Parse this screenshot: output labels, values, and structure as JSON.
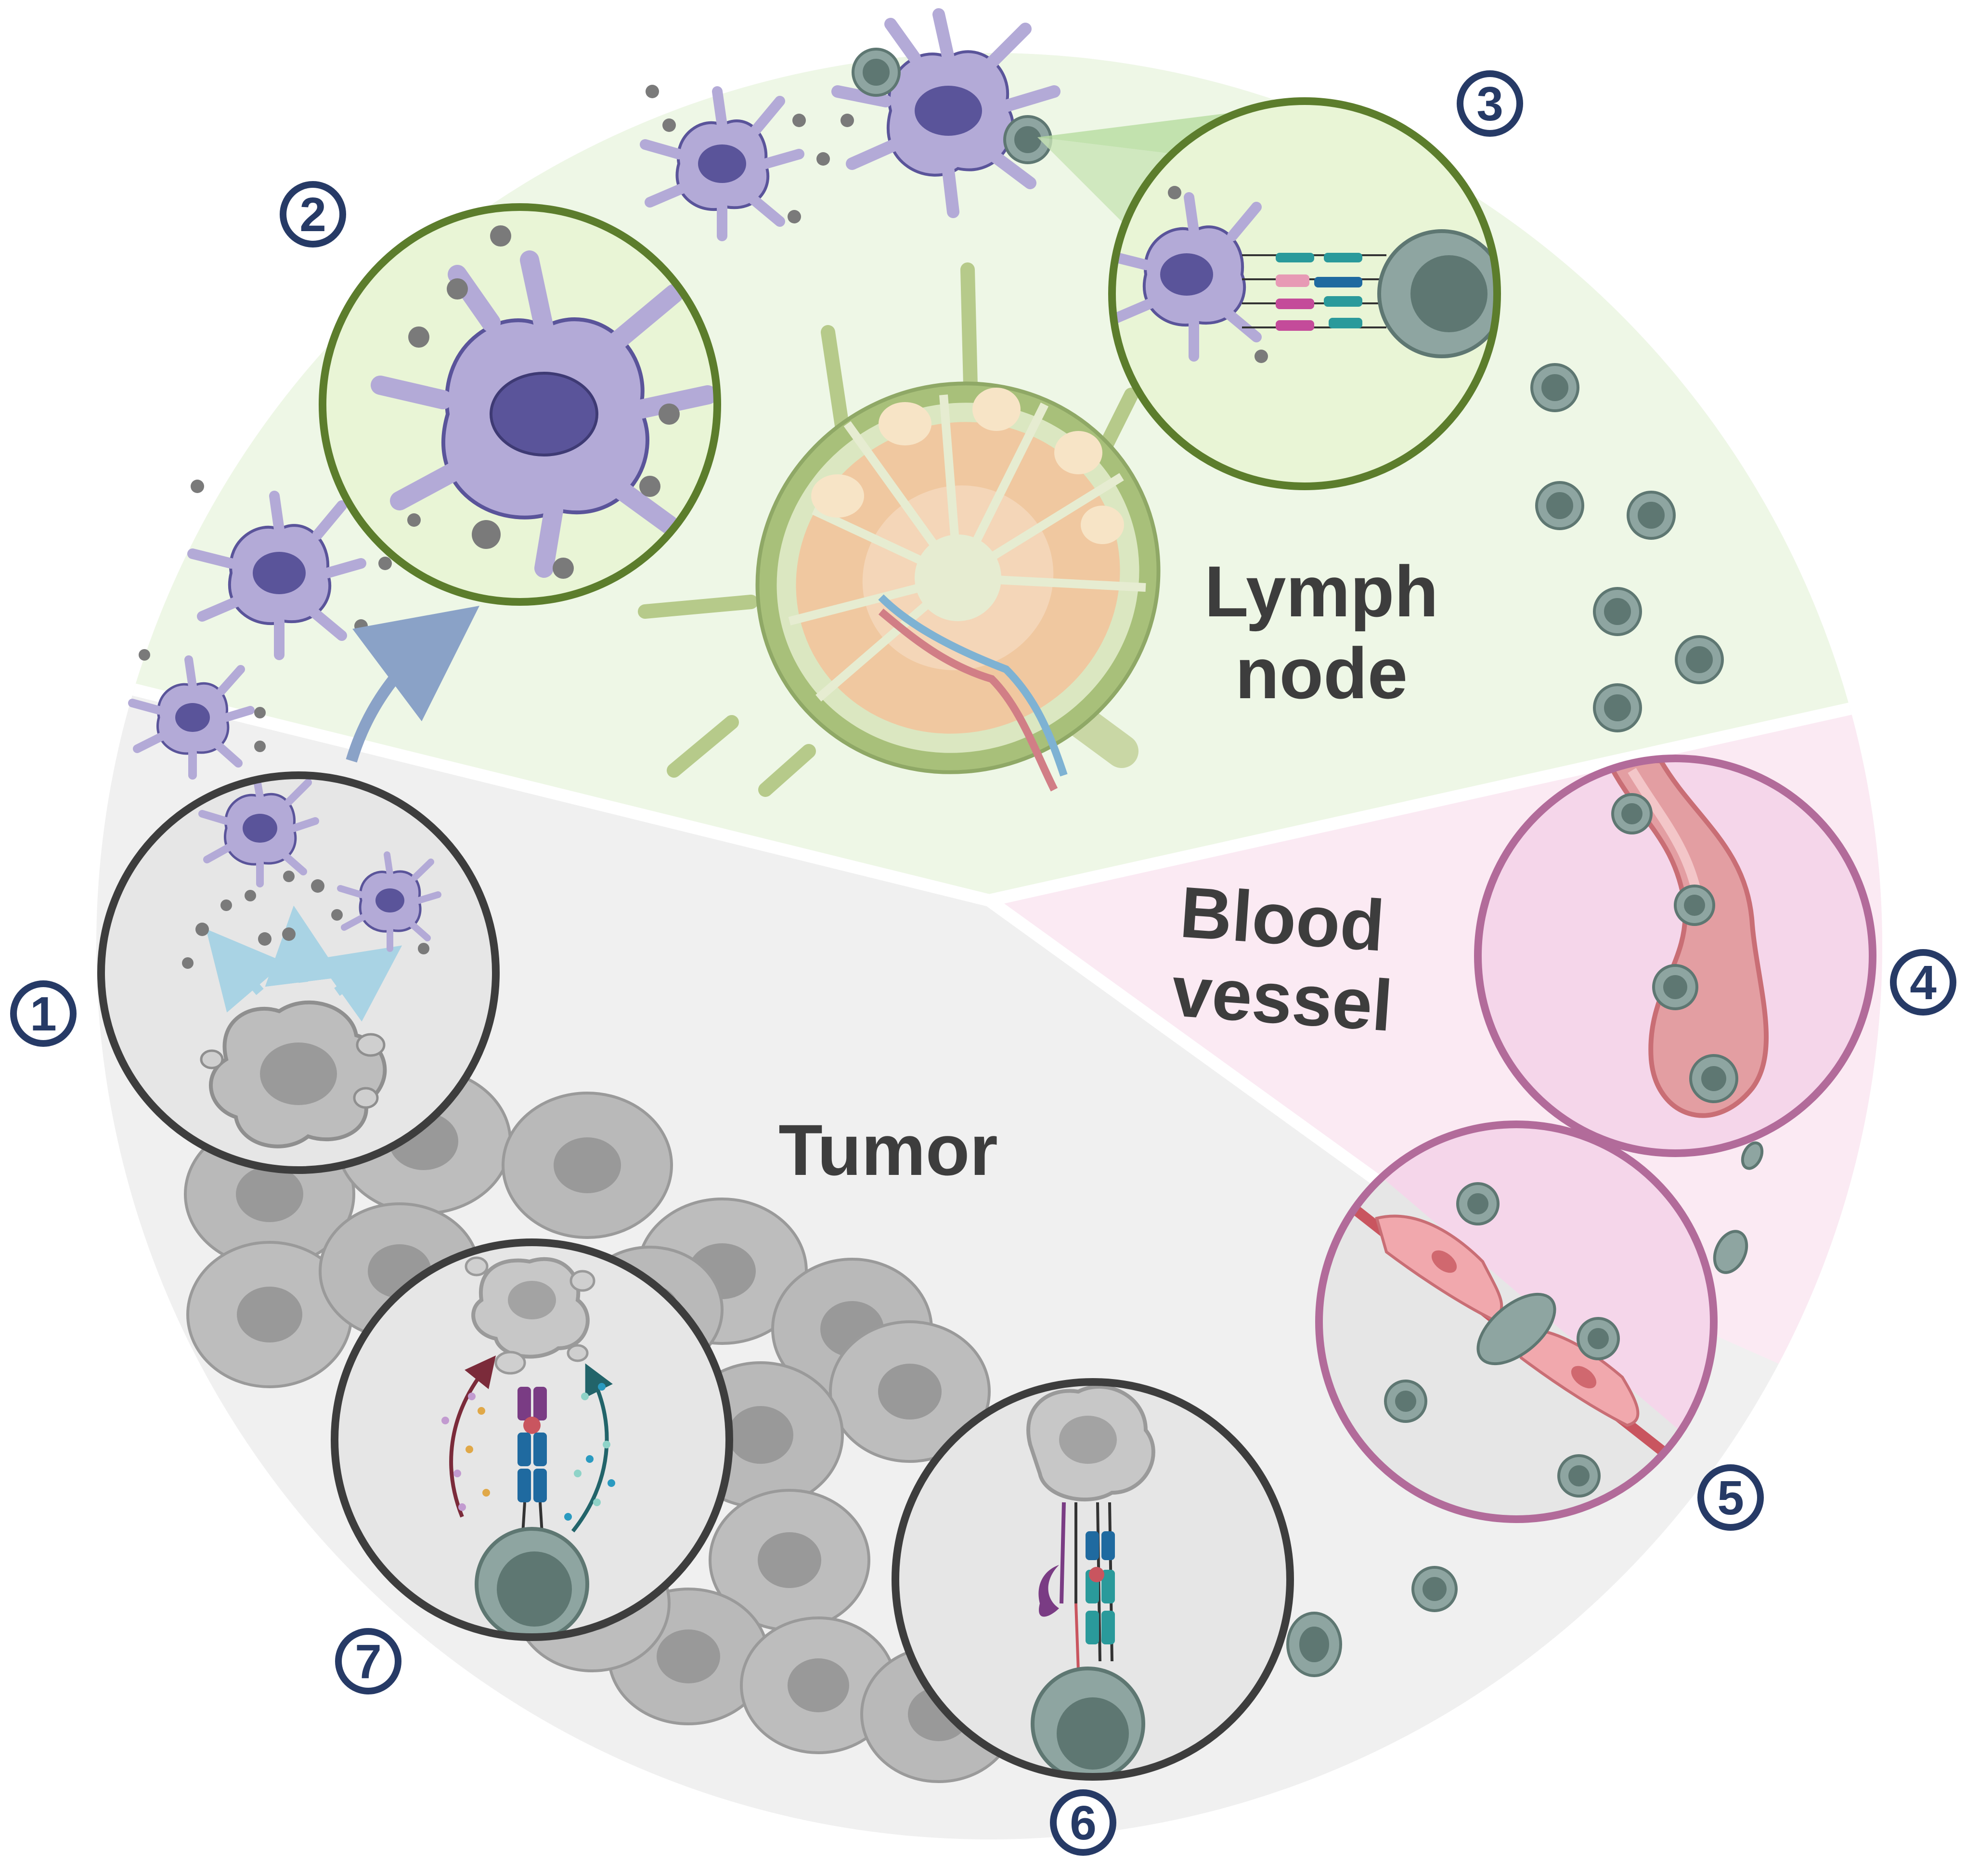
{
  "regions": {
    "lymph_node": {
      "line1": "Lymph",
      "line2": "node",
      "color": "#eef7e6"
    },
    "blood_vessel": {
      "line1": "Blood",
      "line2": "vessel",
      "color": "#fbeaf3"
    },
    "tumor": {
      "label": "Tumor",
      "color": "#f0f0f0"
    }
  },
  "steps": [
    {
      "number": "1"
    },
    {
      "number": "2"
    },
    {
      "number": "3"
    },
    {
      "number": "4"
    },
    {
      "number": "5"
    },
    {
      "number": "6"
    },
    {
      "number": "7"
    }
  ],
  "colors": {
    "dendritic_cell": "#b3aad7",
    "dendritic_nucleus": "#5a549a",
    "t_cell": "#8ea5a1",
    "t_cell_nucleus": "#5e7772",
    "tumor_cell": "#b9b9b9",
    "lymph_ring": "#5c7d2c",
    "vessel_ring": "#b26b9a",
    "tumor_ring": "#3d3d3d",
    "step_number": "#263a66"
  }
}
